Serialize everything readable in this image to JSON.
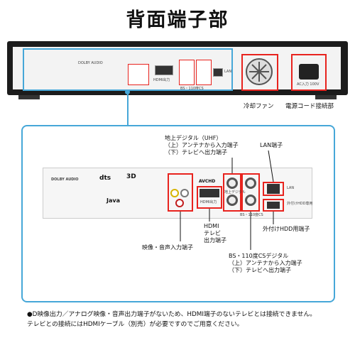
{
  "title": "背面端子部",
  "overview": {
    "fan_label": "冷却ファン",
    "power_label": "電源コード接続部",
    "power_socket_text": "AC入力 100V",
    "lan_text": "LAN",
    "dolby_text": "DOLBY AUDIO",
    "hdmi_text": "HDMI出力",
    "bs_text": "BS・110度CS"
  },
  "zoom": {
    "dolby_text": "DOLBY AUDIO",
    "dts_text": "dts",
    "blu_text": "3D",
    "java_text": "Java",
    "avchd_text": "AVCHD",
    "hdmi_text": "HDMI出力",
    "bs_text": "BS・110度CS",
    "uhf_port_text": "地上デジタル",
    "lan_port_text": "LAN",
    "usb_text": "外付けHDD専用",
    "callouts": {
      "uhf": [
        "地上デジタル（UHF）",
        "（上）アンテナから入力端子",
        "（下）テレビへ出力端子"
      ],
      "lan": "LAN端子",
      "hdmi": [
        "HDMI",
        "テレビ",
        "出力端子"
      ],
      "av": "映像・音声入力端子",
      "usb": "外付けHDD用端子",
      "bs": [
        "BS・110度CSデジタル",
        "（上）アンテナから入力端子",
        "（下）テレビへ出力端子"
      ]
    }
  },
  "notes": [
    "●D映像出力／アナログ映像・音声出力端子がないため、HDMI端子のないテレビとは接続できません。",
    "テレビとの接続にはHDMIケーブル（別売）が必要ですのでご用意ください。"
  ],
  "colors": {
    "highlight_blue": "#46a7d8",
    "highlight_red": "#e8231e"
  }
}
